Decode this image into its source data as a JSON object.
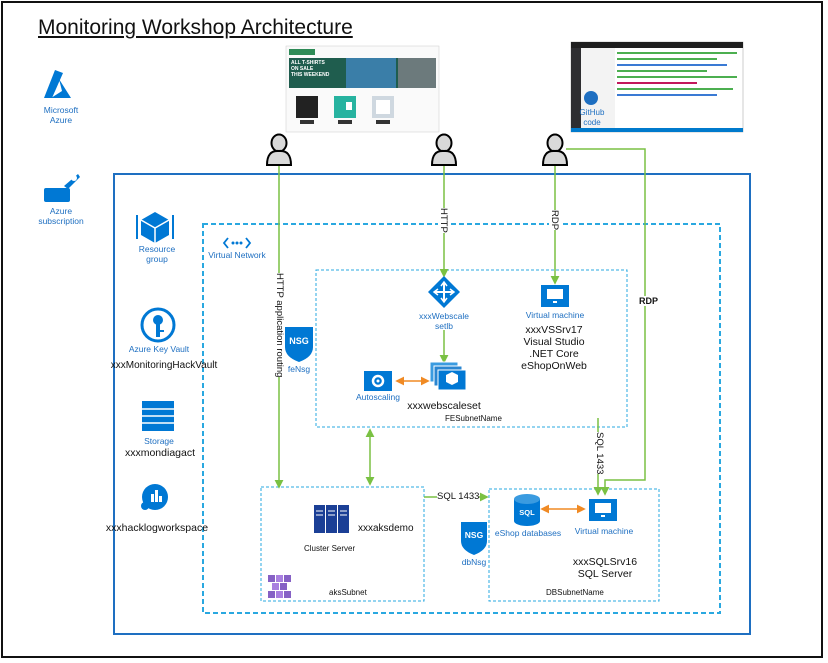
{
  "title": "Monitoring Workshop Architecture",
  "azure": {
    "label_line1": "Microsoft",
    "label_line2": "Azure"
  },
  "subscription": {
    "label_line1": "Azure",
    "label_line2": "subscription"
  },
  "resource_group": {
    "label_line1": "Resource",
    "label_line2": "group"
  },
  "key_vault": {
    "label": "Azure Key Vault",
    "name": "xxxMonitoringHackVault"
  },
  "storage": {
    "label": "Storage",
    "name": "xxxmondiagact"
  },
  "log_workspace": {
    "name": "xxxhacklogworkspace"
  },
  "vnet": {
    "label": "Virtual Network"
  },
  "fe_subnet": {
    "label": "FESubnetName"
  },
  "db_subnet": {
    "label": "DBSubnetName"
  },
  "aks_subnet": {
    "label": "aksSubnet"
  },
  "fe_nsg": {
    "badge": "NSG",
    "name": "feNsg"
  },
  "db_nsg": {
    "badge": "NSG",
    "name": "dbNsg"
  },
  "webscale_lb": {
    "label_line1": "xxxWebscale",
    "label_line2": "setlb"
  },
  "webscaleset": {
    "name": "xxxwebscaleset"
  },
  "autoscaling": {
    "label": "Autoscaling"
  },
  "vm_fe": {
    "label": "Virtual machine",
    "line1": "xxxVSSrv17",
    "line2": "Visual Studio",
    "line3": ".NET Core",
    "line4": "eShopOnWeb"
  },
  "vm_db": {
    "label": "Virtual machine",
    "line1": "xxxSQLSrv16",
    "line2": "SQL Server"
  },
  "sql_db": {
    "label": "eShop databases",
    "badge": "SQL"
  },
  "aks": {
    "label": "Cluster Server",
    "name": "xxxaksdemo"
  },
  "github": {
    "label_line1": "GitHub",
    "label_line2": "code"
  },
  "shop_screenshot": {
    "banner_line1": "ALL T-SHIRTS",
    "banner_line2": "ON SALE",
    "banner_line3": "THIS WEEKEND"
  },
  "edges": {
    "http": "HTTP",
    "rdp_fe": "RDP",
    "rdp_db": "RDP",
    "http_routing": "HTTP application routing",
    "sql_aks": "SQL 1433",
    "sql_vm": "SQL 1433"
  },
  "colors": {
    "azure_blue": "#1e6fc1",
    "icon_blue": "#0078d4",
    "wire_green": "#7ac143",
    "autoscale_orange": "#f08a24",
    "aks_purple": "#8661c5"
  }
}
